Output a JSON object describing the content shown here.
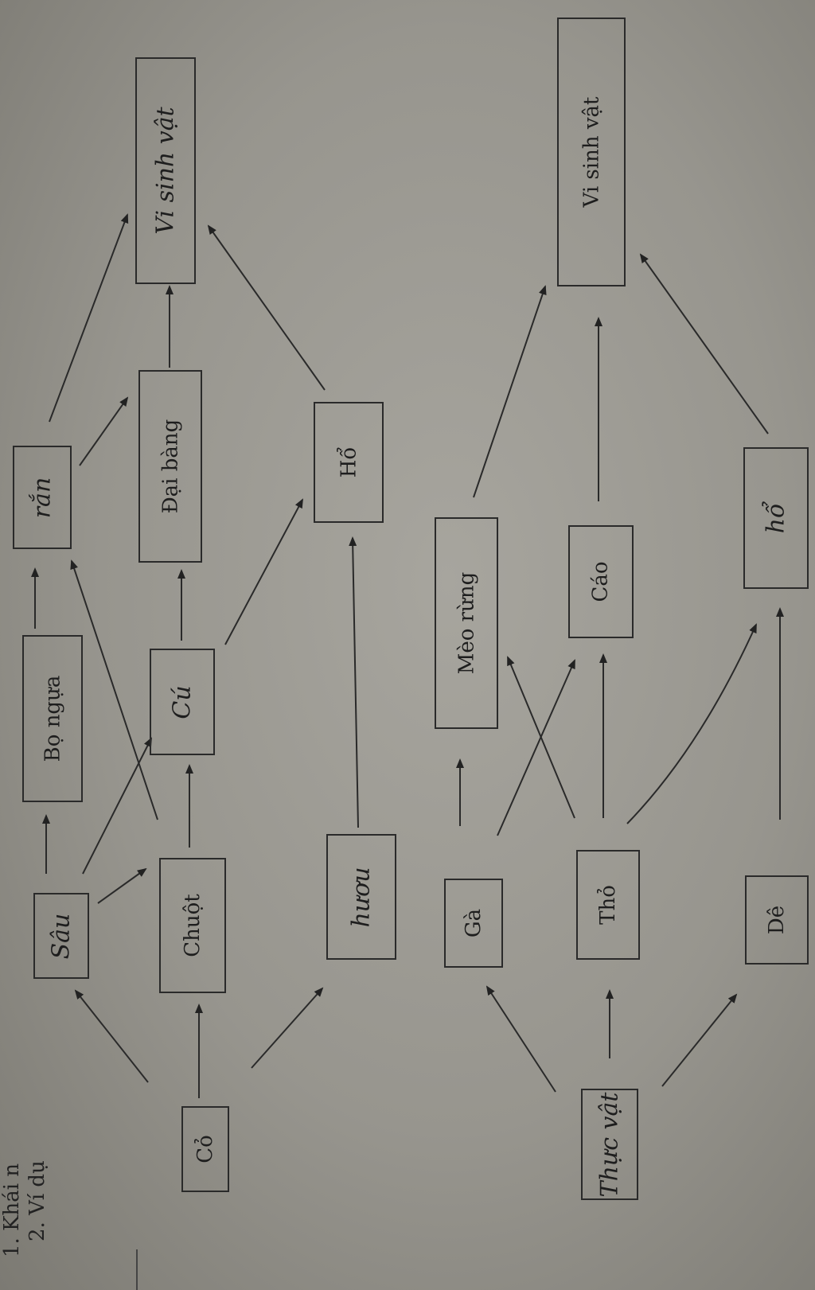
{
  "header": {
    "line1": "1. Khái n",
    "line2": "2. Ví dụ"
  },
  "nodes": {
    "co": "Cỏ",
    "sau": "Sâu",
    "chuot": "Chuột",
    "huou": "hươu",
    "bo_ngua": "Bọ ngựa",
    "cu": "Cú",
    "ran": "rắn",
    "dai_bang": "Đại bàng",
    "ho_top": "Hổ",
    "vsv_top": "Vi sinh vật",
    "thuc_vat": "Thực vật",
    "ga": "Gà",
    "tho": "Thỏ",
    "de": "Dê",
    "meo_rung": "Mèo rừng",
    "cao": "Cáo",
    "ho_bottom": "hổ",
    "vsv_bottom": "Vi sinh vật"
  }
}
